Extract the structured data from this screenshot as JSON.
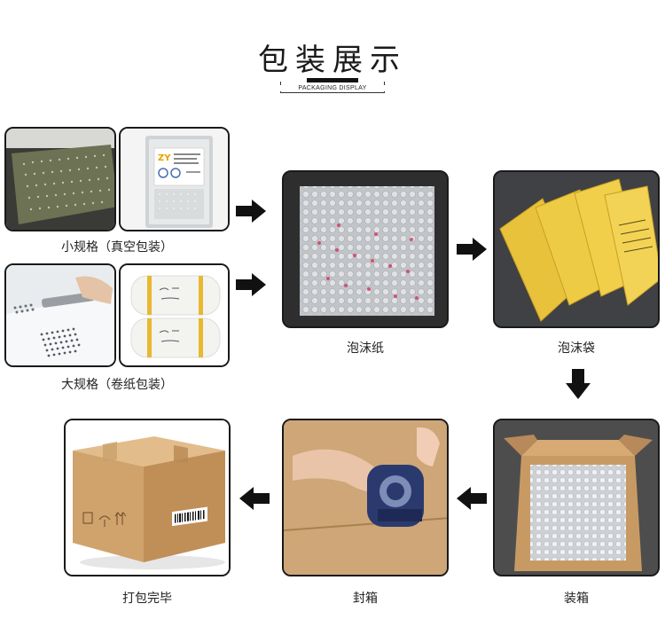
{
  "header": {
    "title": "包装展示",
    "subtitle": "PACKAGING DISPLAY"
  },
  "steps": {
    "small_spec": "小规格（真空包装）",
    "large_spec": "大规格（卷纸包装）",
    "bubble_paper": "泡沫纸",
    "bubble_bag": "泡沫袋",
    "boxing": "装箱",
    "sealing": "封箱",
    "done": "打包完毕"
  },
  "package_label": {
    "logo": "ZY"
  }
}
